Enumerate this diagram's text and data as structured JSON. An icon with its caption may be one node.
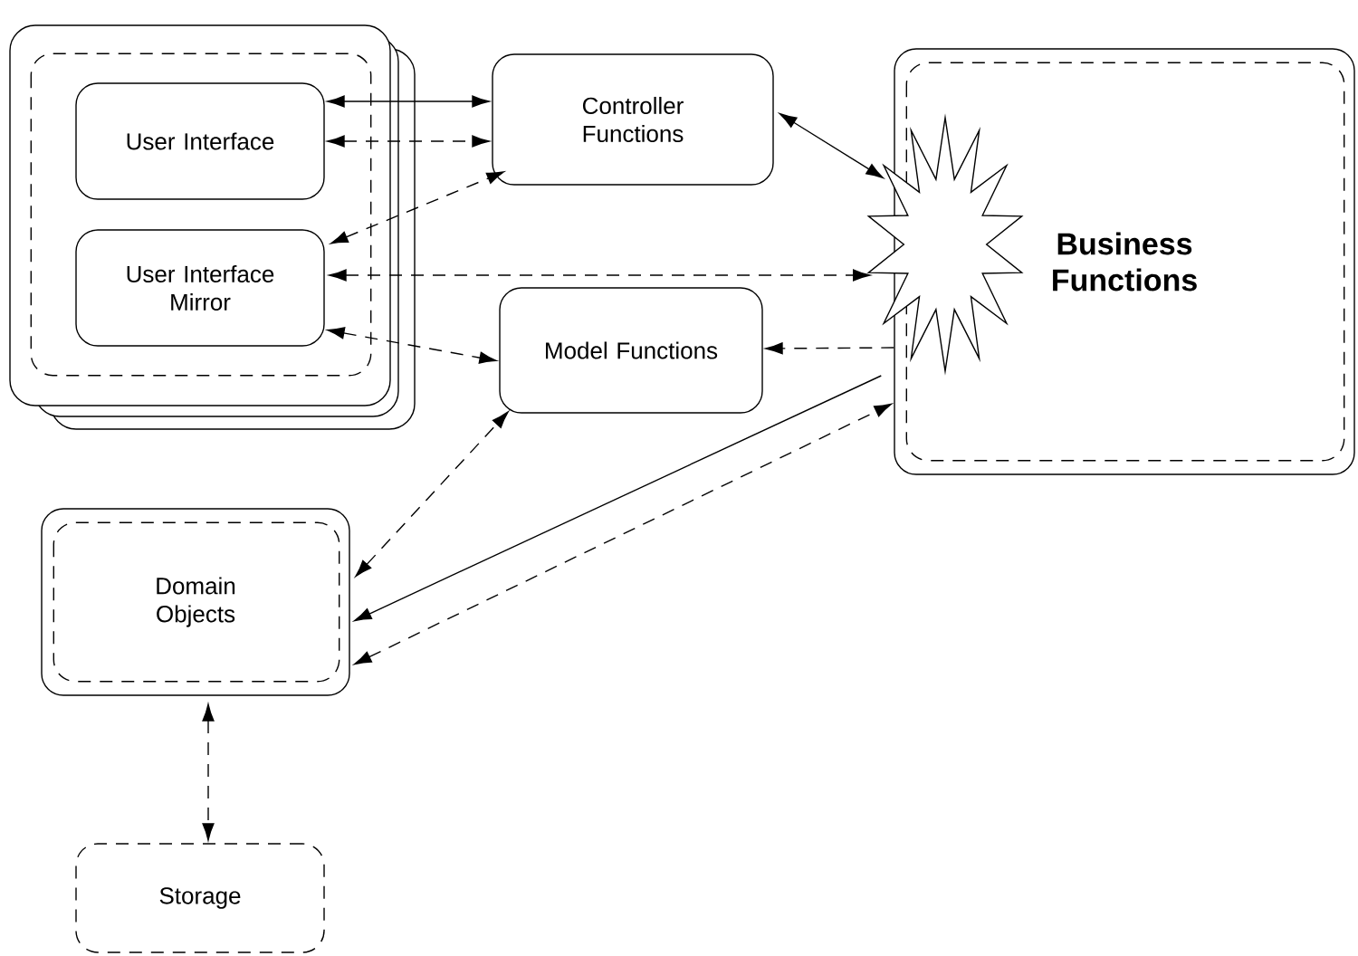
{
  "diagram": {
    "nodes": [
      {
        "text": [],
        "shape": "box"
      },
      {
        "text": [
          "User Interface"
        ],
        "in": 0
      },
      {
        "text": [
          "User Interface Mirror"
        ],
        "in": 0
      },
      {
        "text": [
          "Controller Functions"
        ]
      },
      {
        "text": [
          "Model Functions"
        ]
      },
      {
        "text": [
          "Business Functions"
        ]
      },
      {
        "text": [],
        "shape": "star",
        "in": 5
      },
      {
        "text": [
          "Domain Objects"
        ]
      },
      {
        "text": [
          "Storage"
        ]
      }
    ],
    "edges": [
      {
        "from": 1,
        "to": 3,
        "arrow": "both"
      },
      {
        "from": 1,
        "to": 3,
        "arrow": "both",
        "style": "dashed"
      },
      {
        "from": 2,
        "to": 3,
        "arrow": "both",
        "style": "dashed"
      },
      {
        "from": 3,
        "to": 6,
        "arrow": "both"
      },
      {
        "from": 2,
        "to": 6,
        "arrow": "both",
        "style": "dashed"
      },
      {
        "from": 2,
        "to": 4,
        "arrow": "both",
        "style": "dashed"
      },
      {
        "from": 5,
        "to": 4,
        "arrow": "to",
        "style": "dashed"
      },
      {
        "from": 7,
        "to": 4,
        "arrow": "both",
        "style": "dashed"
      },
      {
        "from": 5,
        "to": 7,
        "arrow": "to"
      },
      {
        "from": 7,
        "to": 5,
        "arrow": "both",
        "style": "dashed"
      },
      {
        "from": 7,
        "to": 8,
        "arrow": "both",
        "style": "dashed"
      }
    ]
  }
}
